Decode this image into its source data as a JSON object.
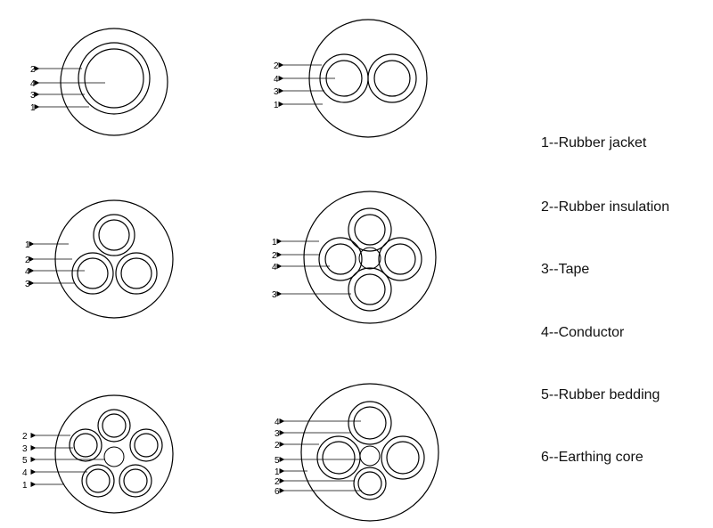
{
  "legend": [
    {
      "num": "1",
      "sep": "--",
      "label": "Rubber jacket"
    },
    {
      "num": "2",
      "sep": "--",
      "label": "Rubber insulation"
    },
    {
      "num": "3",
      "sep": "--",
      "label": "Tape"
    },
    {
      "num": "4",
      "sep": "--",
      "label": "Conductor"
    },
    {
      "num": "5",
      "sep": "--",
      "label": "Rubber bedding"
    },
    {
      "num": "6",
      "sep": "--",
      "label": "Earthing core"
    }
  ],
  "sections": [
    {
      "name": "single-core",
      "labels": [
        "2",
        "4",
        "3",
        "1"
      ]
    },
    {
      "name": "two-core",
      "labels": [
        "2",
        "4",
        "3",
        "1"
      ]
    },
    {
      "name": "three-core",
      "labels": [
        "1",
        "2",
        "4",
        "3"
      ]
    },
    {
      "name": "four-core",
      "labels": [
        "1",
        "2",
        "4",
        "3"
      ]
    },
    {
      "name": "five-core",
      "labels": [
        "2",
        "3",
        "5",
        "4",
        "1"
      ]
    },
    {
      "name": "four-core-with-earth",
      "labels": [
        "4",
        "3",
        "2",
        "5",
        "1",
        "2",
        "6"
      ]
    }
  ]
}
